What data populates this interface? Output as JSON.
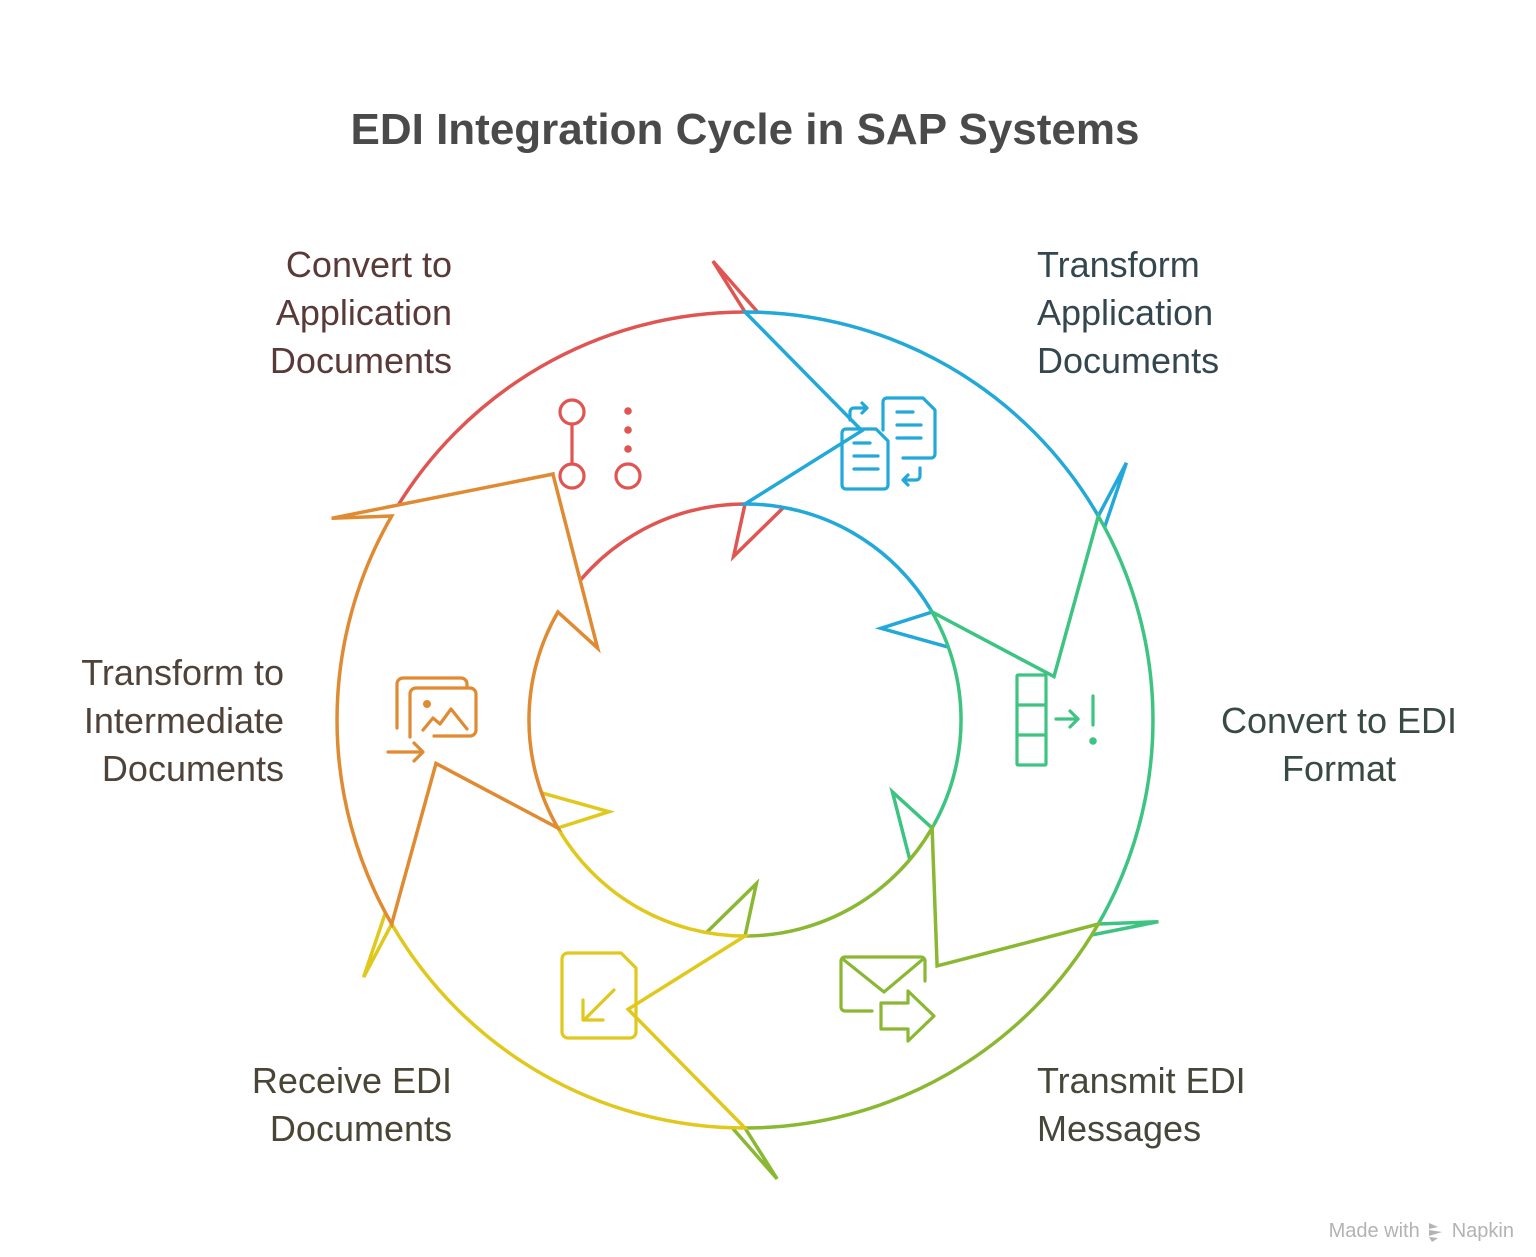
{
  "title": "EDI Integration Cycle in SAP Systems",
  "steps": [
    {
      "id": "convert-app-docs",
      "label": "Convert to\nApplication\nDocuments",
      "color": "#e05552",
      "text_color": "#5a3a38",
      "icon": "branch-nodes-icon"
    },
    {
      "id": "transform-app-docs",
      "label": "Transform\nApplication\nDocuments",
      "color": "#22a8d9",
      "text_color": "#34474f",
      "icon": "document-swap-icon"
    },
    {
      "id": "convert-edi-format",
      "label": "Convert to EDI\nFormat",
      "color": "#3ec482",
      "text_color": "#384a42",
      "icon": "column-arrow-alert-icon"
    },
    {
      "id": "transmit-edi",
      "label": "Transmit EDI\nMessages",
      "color": "#8ab832",
      "text_color": "#45473a",
      "icon": "mail-send-icon"
    },
    {
      "id": "receive-edi",
      "label": "Receive EDI\nDocuments",
      "color": "#e0c81c",
      "text_color": "#4a4636",
      "icon": "file-download-icon"
    },
    {
      "id": "transform-intermediate",
      "label": "Transform to\nIntermediate\nDocuments",
      "color": "#e08a32",
      "text_color": "#4f4238",
      "icon": "images-import-icon"
    }
  ],
  "footer": {
    "made_with": "Made with",
    "brand": "Napkin",
    "icon": "napkin-logo-icon"
  }
}
